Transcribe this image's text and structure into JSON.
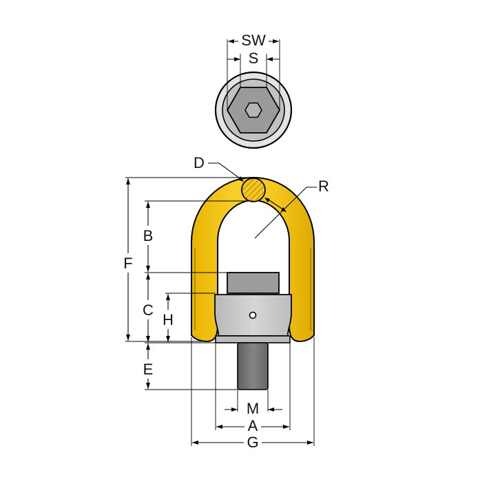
{
  "labels": {
    "sw": "SW",
    "s": "S",
    "d": "D",
    "r": "R",
    "b": "B",
    "f": "F",
    "c": "C",
    "h": "H",
    "e": "E",
    "m": "M",
    "a": "A",
    "g": "G"
  },
  "colors": {
    "ring": "#f5c61c",
    "ring_shadow": "#d9a400",
    "body": "#c9c9c9",
    "body_dark": "#8a8a8a",
    "bolt": "#737373",
    "hex": "#9a9a9a",
    "top_outer": "#e3e3e3"
  }
}
